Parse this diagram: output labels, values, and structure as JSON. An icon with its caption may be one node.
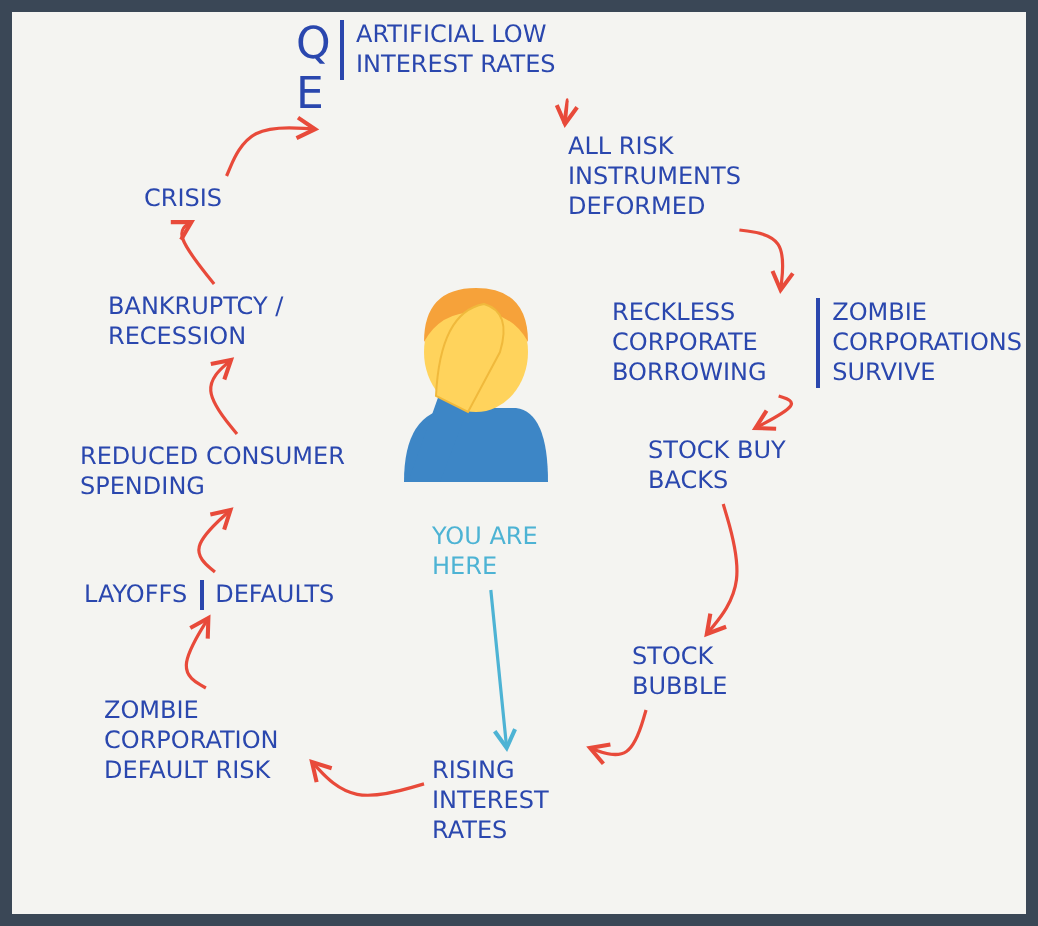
{
  "diagram": {
    "nodes": [
      {
        "text": [
          "Q E",
          "ARTIFICIAL LOW INTEREST RATES"
        ]
      },
      {
        "text": [
          "ALL RISK INSTRUMENTS DEFORMED"
        ]
      },
      {
        "text": [
          "RECKLESS CORPORATE BORROWING",
          "ZOMBIE CORPORATIONS SURVIVE"
        ]
      },
      {
        "text": [
          "STOCK BUY BACKS"
        ]
      },
      {
        "text": [
          "STOCK BUBBLE"
        ]
      },
      {
        "text": [
          "RISING INTEREST RATES"
        ]
      },
      {
        "text": [
          "ZOMBIE CORPORATION DEFAULT RISK"
        ]
      },
      {
        "text": [
          "LAYOFFS",
          "DEFAULTS"
        ]
      },
      {
        "text": [
          "REDUCED CONSUMER SPENDING"
        ]
      },
      {
        "text": [
          "BANKRUPTCY / RECESSION"
        ]
      },
      {
        "text": [
          "CRISIS"
        ]
      },
      {
        "text": [
          "YOU ARE HERE"
        ]
      }
    ],
    "edges": [
      {
        "from": 0,
        "to": 1,
        "arrow": "to"
      },
      {
        "from": 1,
        "to": 2,
        "arrow": "to"
      },
      {
        "from": 2,
        "to": 3,
        "arrow": "to"
      },
      {
        "from": 3,
        "to": 4,
        "arrow": "to"
      },
      {
        "from": 4,
        "to": 5,
        "arrow": "to"
      },
      {
        "from": 5,
        "to": 6,
        "arrow": "to"
      },
      {
        "from": 6,
        "to": 7,
        "arrow": "to"
      },
      {
        "from": 7,
        "to": 8,
        "arrow": "to"
      },
      {
        "from": 8,
        "to": 9,
        "arrow": "to"
      },
      {
        "from": 9,
        "to": 10,
        "arrow": "to"
      },
      {
        "from": 10,
        "to": 0,
        "arrow": "to"
      },
      {
        "from": 11,
        "to": 5,
        "arrow": "to",
        "color": "#4db3d4"
      }
    ]
  }
}
